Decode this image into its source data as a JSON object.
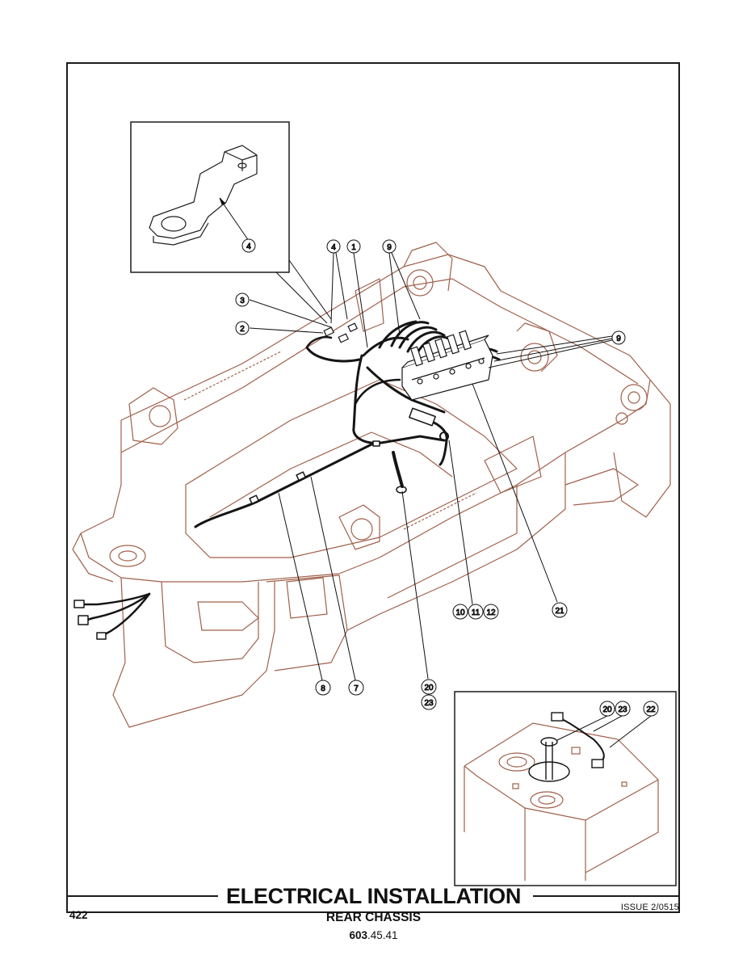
{
  "page": {
    "title": "ELECTRICAL INSTALLATION",
    "subtitle": "REAR CHASSIS",
    "code_main": "603",
    "code_rest": ".45.41",
    "page_number": "422",
    "issue": "ISSUE 2/0515"
  },
  "callouts": [
    {
      "id": "c-4-inset",
      "label": "4"
    },
    {
      "id": "c-4",
      "label": "4"
    },
    {
      "id": "c-1",
      "label": "1"
    },
    {
      "id": "c-9-top",
      "label": "9"
    },
    {
      "id": "c-3",
      "label": "3"
    },
    {
      "id": "c-2",
      "label": "2"
    },
    {
      "id": "c-9-right",
      "label": "9"
    },
    {
      "id": "c-10",
      "label": "10"
    },
    {
      "id": "c-11",
      "label": "11"
    },
    {
      "id": "c-12",
      "label": "12"
    },
    {
      "id": "c-21",
      "label": "21"
    },
    {
      "id": "c-8",
      "label": "8"
    },
    {
      "id": "c-7",
      "label": "7"
    },
    {
      "id": "c-20",
      "label": "20"
    },
    {
      "id": "c-23",
      "label": "23"
    },
    {
      "id": "c-20-inset",
      "label": "20"
    },
    {
      "id": "c-23-inset",
      "label": "23"
    },
    {
      "id": "c-22-inset",
      "label": "22"
    }
  ],
  "colors": {
    "chassis_outline": "#a0604a",
    "harness": "#151515",
    "frame": "#1c1c1c"
  }
}
